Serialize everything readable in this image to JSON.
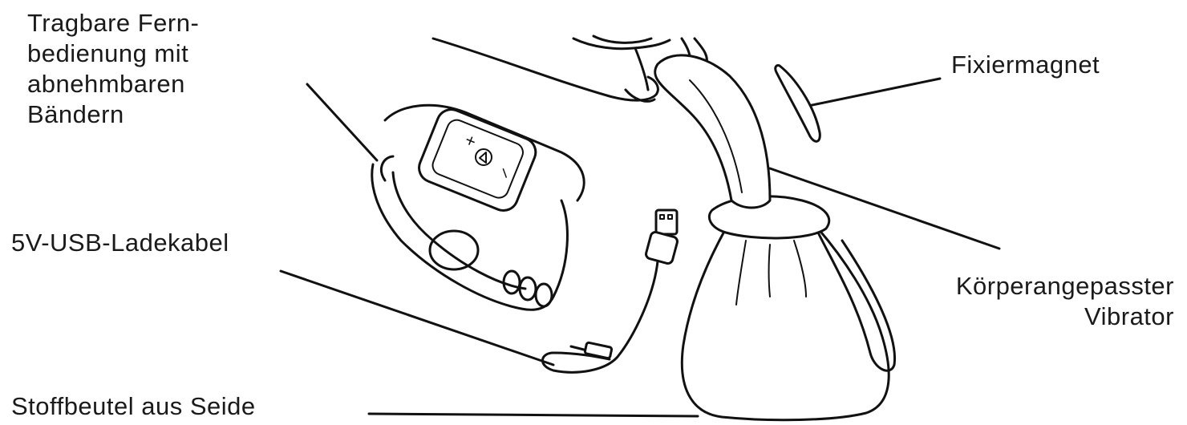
{
  "labels": {
    "remote": [
      "Tragbare Fern-",
      "bedienung mit",
      "abnehmbaren",
      "Bändern"
    ],
    "usb_cable": "5V-USB-Ladekabel",
    "bag": "Stoffbeutel aus Seide",
    "magnet": "Fixiermagnet",
    "vibrator": [
      "Körperangepasster",
      "Vibrator"
    ]
  },
  "remote_buttons": {
    "plus": "+",
    "minus": "–"
  },
  "colors": {
    "ink": "#111111",
    "background": "#ffffff"
  }
}
